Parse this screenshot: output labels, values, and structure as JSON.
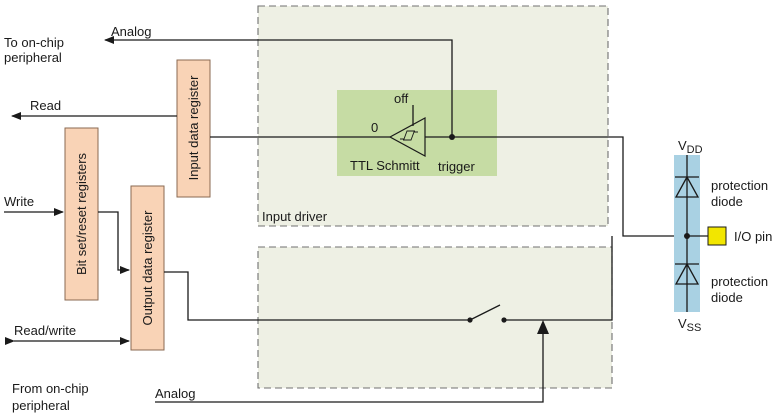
{
  "labels": {
    "to_peripheral": "To on-chip\nperipheral",
    "analog_top": "Analog",
    "read": "Read",
    "write": "Write",
    "read_write": "Read/write",
    "from_peripheral": "From on-chip\nperipheral",
    "analog_bottom": "Analog",
    "input_data_register": "Input data register",
    "bit_set_reset_registers": "Bit set/reset registers",
    "output_data_register": "Output data register",
    "input_driver": "Input driver",
    "off": "off",
    "zero": "0",
    "ttl_schmitt": "TTL Schmitt",
    "trigger": "trigger",
    "vdd_main": "V",
    "vdd_sub": "DD",
    "vss_main": "V",
    "vss_sub": "SS",
    "protection_top_1": "protection",
    "protection_top_2": "diode",
    "protection_bottom_1": "protection",
    "protection_bottom_2": "diode",
    "io_pin": "I/O pin"
  },
  "colors": {
    "register_fill": "#f9d3b6",
    "schmitt_fill": "#c6dca4",
    "diode_strip": "#a9d1e3",
    "io_pin_fill": "#f2e600"
  }
}
